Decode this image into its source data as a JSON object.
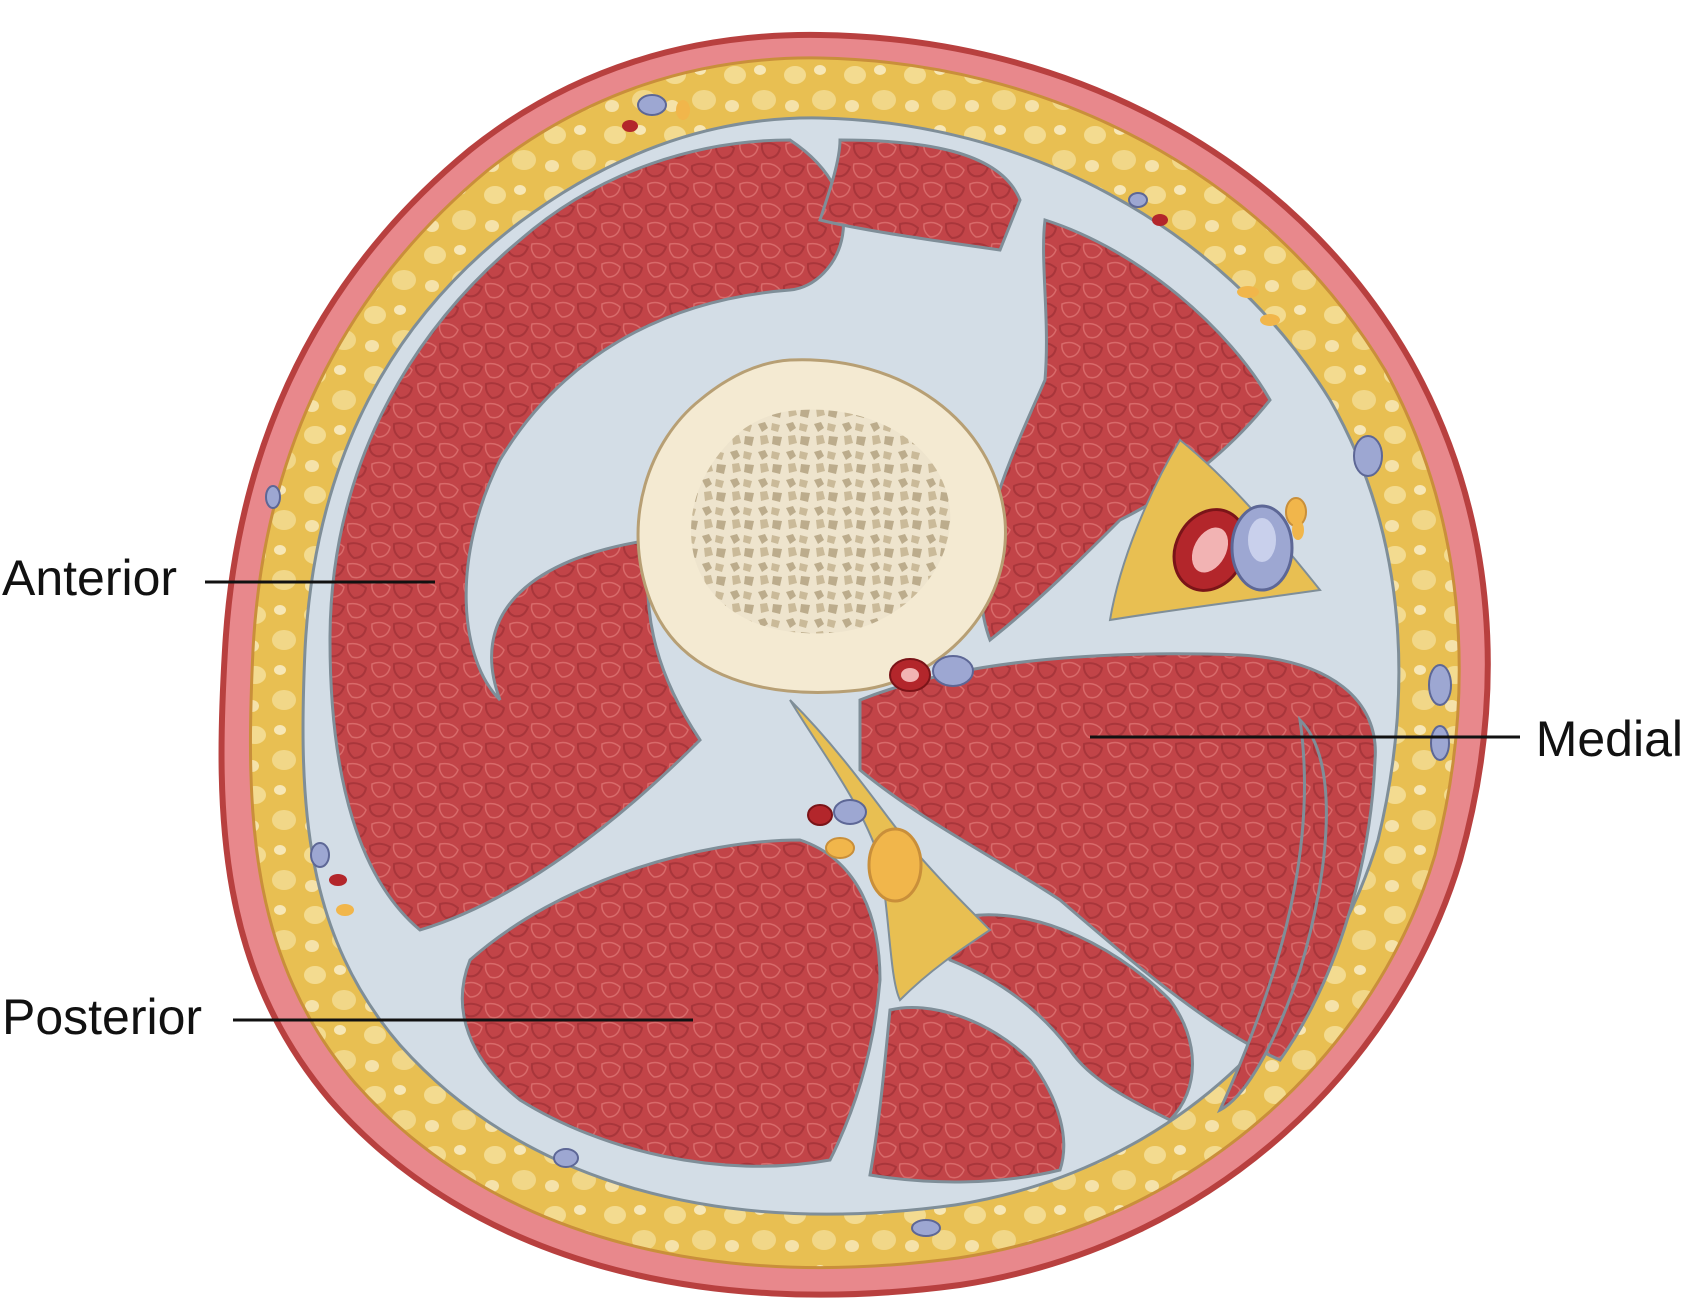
{
  "labels": {
    "anterior": "Anterior",
    "medial": "Medial",
    "posterior": "Posterior"
  },
  "colors": {
    "skin": "#e8888c",
    "skin_edge": "#b8403f",
    "fat": "#e8bf52",
    "fat_light": "#f6e2a0",
    "fascia": "#d3dde6",
    "fascia_edge": "#7f8e98",
    "muscle": "#c24448",
    "muscle_texture": "#a8363b",
    "bone_cortex": "#f4ead2",
    "bone_marrow": "#d8c9aa",
    "artery": "#b3262b",
    "vein": "#9da7d2",
    "nerve": "#f1b64b"
  }
}
